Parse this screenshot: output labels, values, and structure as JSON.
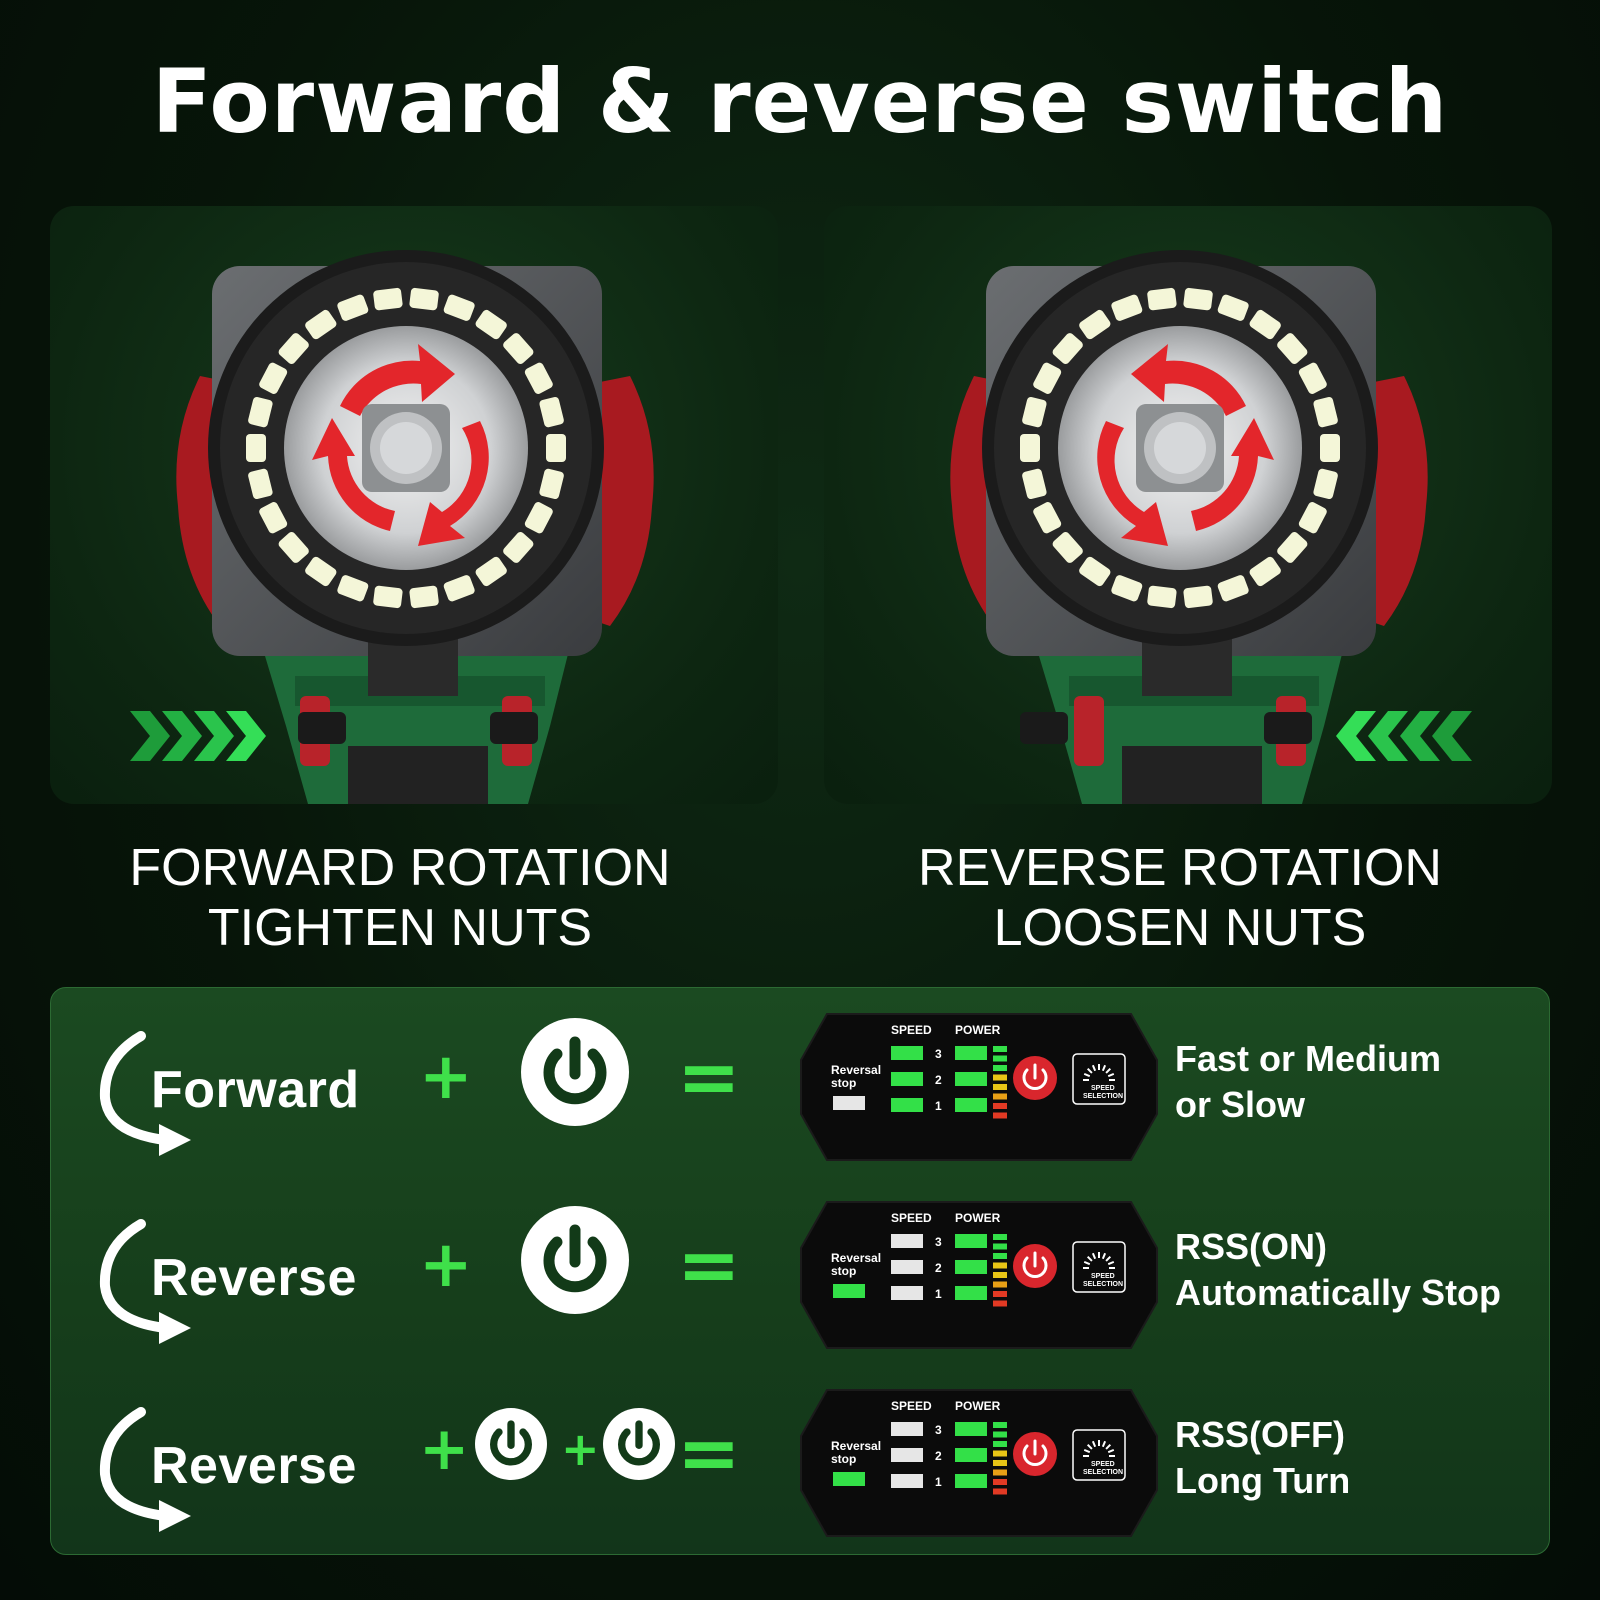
{
  "title": "Forward & reverse switch",
  "panels": {
    "left": {
      "caption_line1": "FORWARD ROTATION",
      "caption_line2": "TIGHTEN NUTS"
    },
    "right": {
      "caption_line1": "REVERSE ROTATION",
      "caption_line2": "LOOSEN NUTS"
    }
  },
  "display_labels": {
    "speed": "SPEED",
    "power": "POWER",
    "reversal_stop_1": "Reversal",
    "reversal_stop_2": "stop",
    "speed_selection_1": "SPEED",
    "speed_selection_2": "SELECTION",
    "levels": [
      "3",
      "2",
      "1"
    ]
  },
  "rows": [
    {
      "direction": "Forward",
      "plus": "+",
      "equals": "=",
      "desc_line1": "Fast or Medium",
      "desc_line2": "or Slow",
      "speed_lit": [
        true,
        true,
        true
      ],
      "reversal_stop_on": false
    },
    {
      "direction": "Reverse",
      "plus": "+",
      "equals": "=",
      "desc_line1": "RSS(ON)",
      "desc_line2": "Automatically Stop",
      "speed_lit": [
        false,
        false,
        false
      ],
      "reversal_stop_on": true
    },
    {
      "direction": "Reverse",
      "plus": "+",
      "plus2": "+",
      "equals": "=",
      "desc_line1": "RSS(OFF)",
      "desc_line2": "Long Turn",
      "speed_lit": [
        false,
        false,
        false
      ],
      "reversal_stop_on": true
    }
  ],
  "colors": {
    "accent_green": "#3fe04a",
    "arrow_red": "#e3262b",
    "led_white": "#f4f6d8",
    "body_green": "#1e6b3a",
    "housing_grey": "#5a5d60"
  }
}
